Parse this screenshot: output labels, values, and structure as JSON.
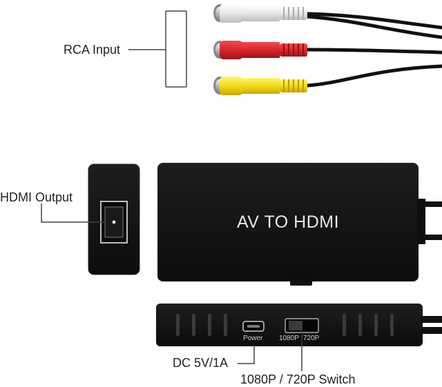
{
  "labels": {
    "rca_input": "RCA Input",
    "hdmi_output": "HDMI Output",
    "device_name": "AV TO HDMI",
    "power_port": "Power",
    "switch_1080": "1080P",
    "switch_720": "720P",
    "dc_power": "DC 5V/1A",
    "resolution_switch": "1080P / 720P Switch"
  },
  "colors": {
    "device_body": "#121212",
    "rca_white": "#efefef",
    "rca_red": "#d8262b",
    "rca_yellow": "#f5dc12",
    "cable": "#111111"
  }
}
